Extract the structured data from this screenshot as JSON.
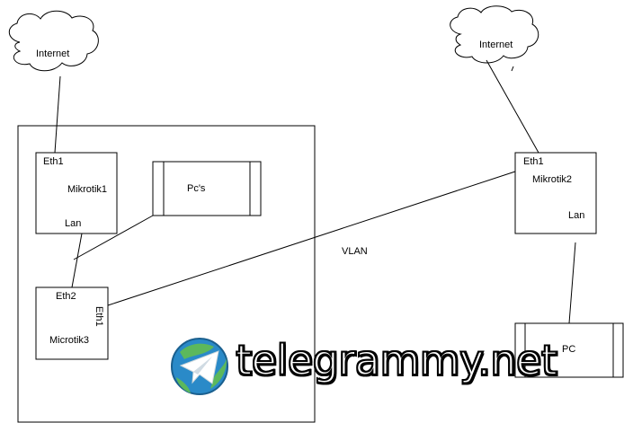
{
  "diagram": {
    "clouds": [
      {
        "id": "internet-left",
        "label": "Internet"
      },
      {
        "id": "internet-right",
        "label": "Internet"
      }
    ],
    "devices": {
      "mikrotik1": {
        "name": "Mikrotik1",
        "port_top": "Eth1",
        "port_bottom": "Lan"
      },
      "mikrotik2": {
        "name": "Mikrotik2",
        "port_top": "Eth1",
        "port_bottom": "Lan"
      },
      "microtik3": {
        "name": "Microtik3",
        "port_top": "Eth2",
        "port_side": "Eth1"
      },
      "pcs": {
        "name": "Pc's"
      },
      "pc": {
        "name": "PC"
      }
    },
    "links": [
      {
        "from": "internet-left",
        "to": "mikrotik1.Eth1"
      },
      {
        "from": "internet-right",
        "to": "mikrotik2.Eth1"
      },
      {
        "from": "mikrotik1.Lan",
        "to": "microtik3.Eth2"
      },
      {
        "from": "pcs",
        "to": "microtik3"
      },
      {
        "from": "microtik3.Eth1",
        "to": "mikrotik2.Eth1",
        "label": "VLAN"
      },
      {
        "from": "mikrotik2.Lan",
        "to": "pc"
      }
    ]
  },
  "watermark": {
    "text": "telegrammy.net",
    "logo": "telegram-globe-logo"
  }
}
